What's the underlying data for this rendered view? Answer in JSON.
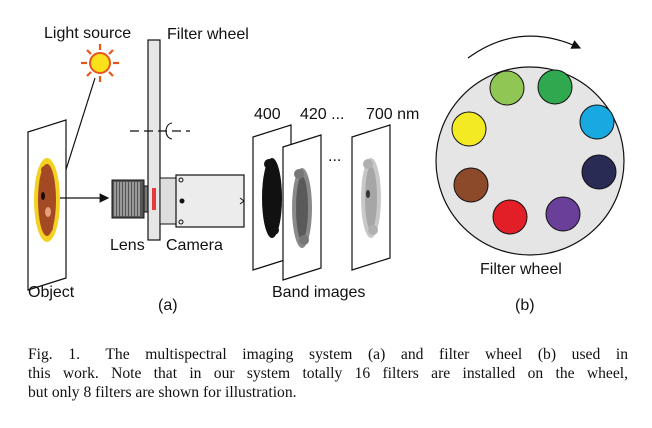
{
  "labels": {
    "light_source": "Light source",
    "filter_wheel_top": "Filter wheel",
    "object": "Object",
    "lens": "Lens",
    "camera": "Camera",
    "panel_a": "(a)",
    "band_images": "Band images",
    "band_400": "400",
    "band_420": "420 ...",
    "band_dots": "...",
    "band_700": "700 nm",
    "filter_wheel_b": "Filter wheel",
    "panel_b": "(b)"
  },
  "filters": [
    {
      "color": "#8fc654"
    },
    {
      "color": "#2fa84f"
    },
    {
      "color": "#17a9e0"
    },
    {
      "color": "#2a2b55"
    },
    {
      "color": "#6a3f9a"
    },
    {
      "color": "#e21f26"
    },
    {
      "color": "#8c4a2a"
    },
    {
      "color": "#f4ea24"
    }
  ],
  "caption": {
    "fig": "Fig. 1.",
    "line1": "The multispectral imaging system (a) and filter wheel (b) used in",
    "line2": "this work. Note that in our system totally 16 filters are installed on the wheel,",
    "line3": "but only 8 filters are shown for illustration."
  }
}
